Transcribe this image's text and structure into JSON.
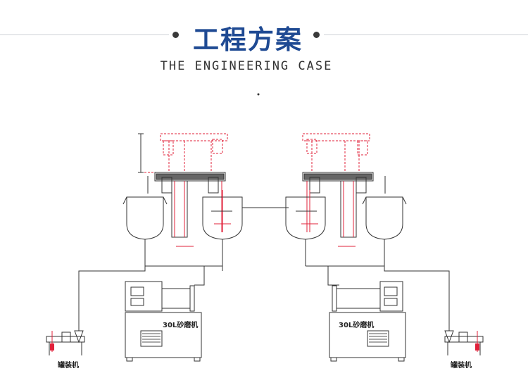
{
  "header": {
    "title": "工程方案",
    "subtitle": "THE ENGINEERING CASE"
  },
  "diagram": {
    "mill_label": "30L砂磨机",
    "filler_label": "罐装机",
    "colors": {
      "line": "#333333",
      "red": "#e0203a",
      "title_blue": "#1f4a93"
    }
  }
}
